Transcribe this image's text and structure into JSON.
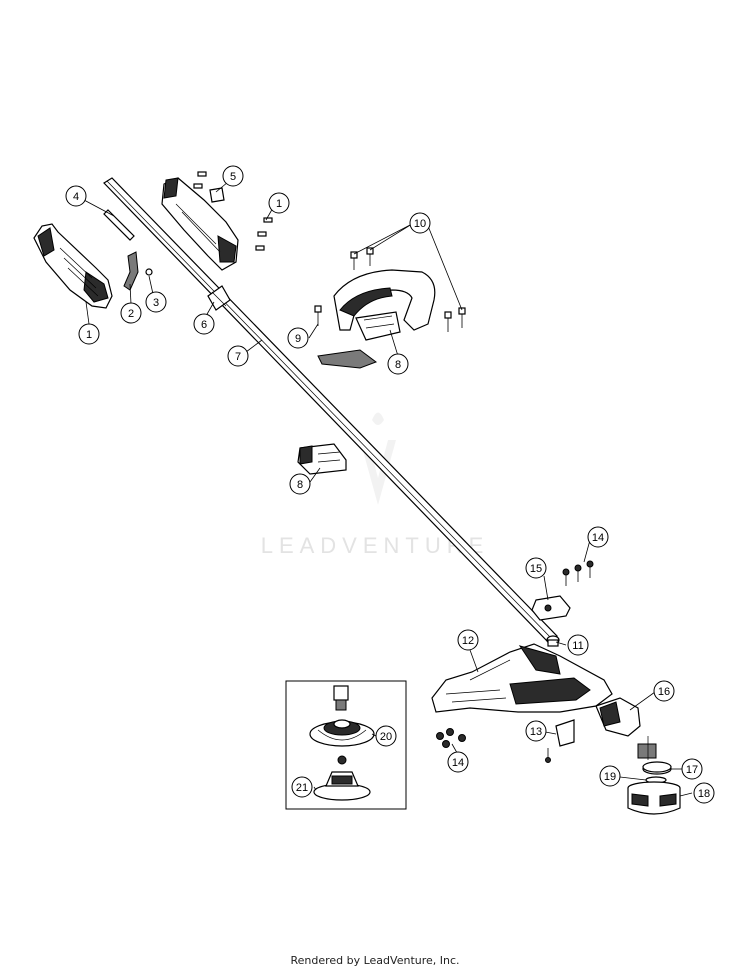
{
  "watermark": {
    "text": "LEADVENTURE"
  },
  "footer": {
    "text": "Rendered by LeadVenture, Inc."
  },
  "callouts": [
    "1",
    "2",
    "3",
    "4",
    "5",
    "6",
    "7",
    "8",
    "9",
    "10",
    "11",
    "12",
    "13",
    "14",
    "15",
    "16",
    "17",
    "18",
    "19",
    "20",
    "21"
  ],
  "icons": {
    "watermark_logo": "leadventure-logo-icon"
  }
}
